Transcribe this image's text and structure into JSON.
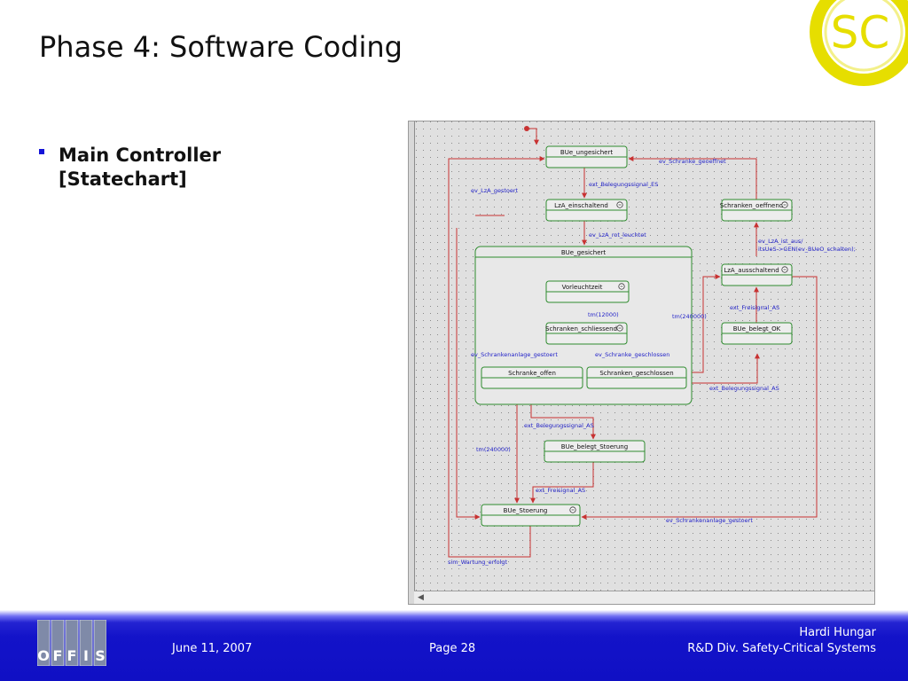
{
  "slide": {
    "title": "Phase 4: Software Coding",
    "bullet": "Main Controller [Statechart]"
  },
  "logo": {
    "text": "SC",
    "color": "#e8e000"
  },
  "offis_logo": {
    "letters": [
      "O",
      "F",
      "F",
      "I",
      "S"
    ]
  },
  "statechart": {
    "states": [
      {
        "name": "BUe_ungesichert",
        "icon": false
      },
      {
        "name": "LzA_einschaltend",
        "icon": true
      },
      {
        "name": "Schranken_oeffnend",
        "icon": true
      },
      {
        "name": "BUe_gesichert",
        "icon": false
      },
      {
        "name": "Vorleuchtzeit",
        "icon": true
      },
      {
        "name": "Schranken_schliessend",
        "icon": true
      },
      {
        "name": "Schranke_offen",
        "icon": false
      },
      {
        "name": "Schranken_geschlossen",
        "icon": false
      },
      {
        "name": "LzA_ausschaltend",
        "icon": true
      },
      {
        "name": "BUe_belegt_OK",
        "icon": false
      },
      {
        "name": "BUe_belegt_Stoerung",
        "icon": false
      },
      {
        "name": "BUe_Stoerung",
        "icon": true
      }
    ],
    "transition_labels": [
      "ev_Schranke_geoeffnet",
      "ext_Belegungssignal_ES",
      "ev_LzA_gestoert",
      "ev_LzA_rot_leuchtet",
      "ev_LzA_ist_aus/",
      "itsUeS->GEN(ev_BUeO_schalten);",
      "tm(12000)",
      "tm(240000)",
      "ext_Freisignal_AS",
      "ev_Schrankenanlage_gestoert",
      "ev_Schranke_geschlossen",
      "ext_Belegungssignal_AS",
      "ext_Belegungssignal_AS",
      "tm(240000)",
      "ext_Freisignal_AS",
      "ev_Schrankenanlage_gestoert",
      "sim_Wartung_erfolgt"
    ]
  },
  "footer": {
    "date": "June 11, 2007",
    "page": "Page 28",
    "author": "Hardi Hungar",
    "division": "R&D Div. Safety-Critical Systems"
  }
}
